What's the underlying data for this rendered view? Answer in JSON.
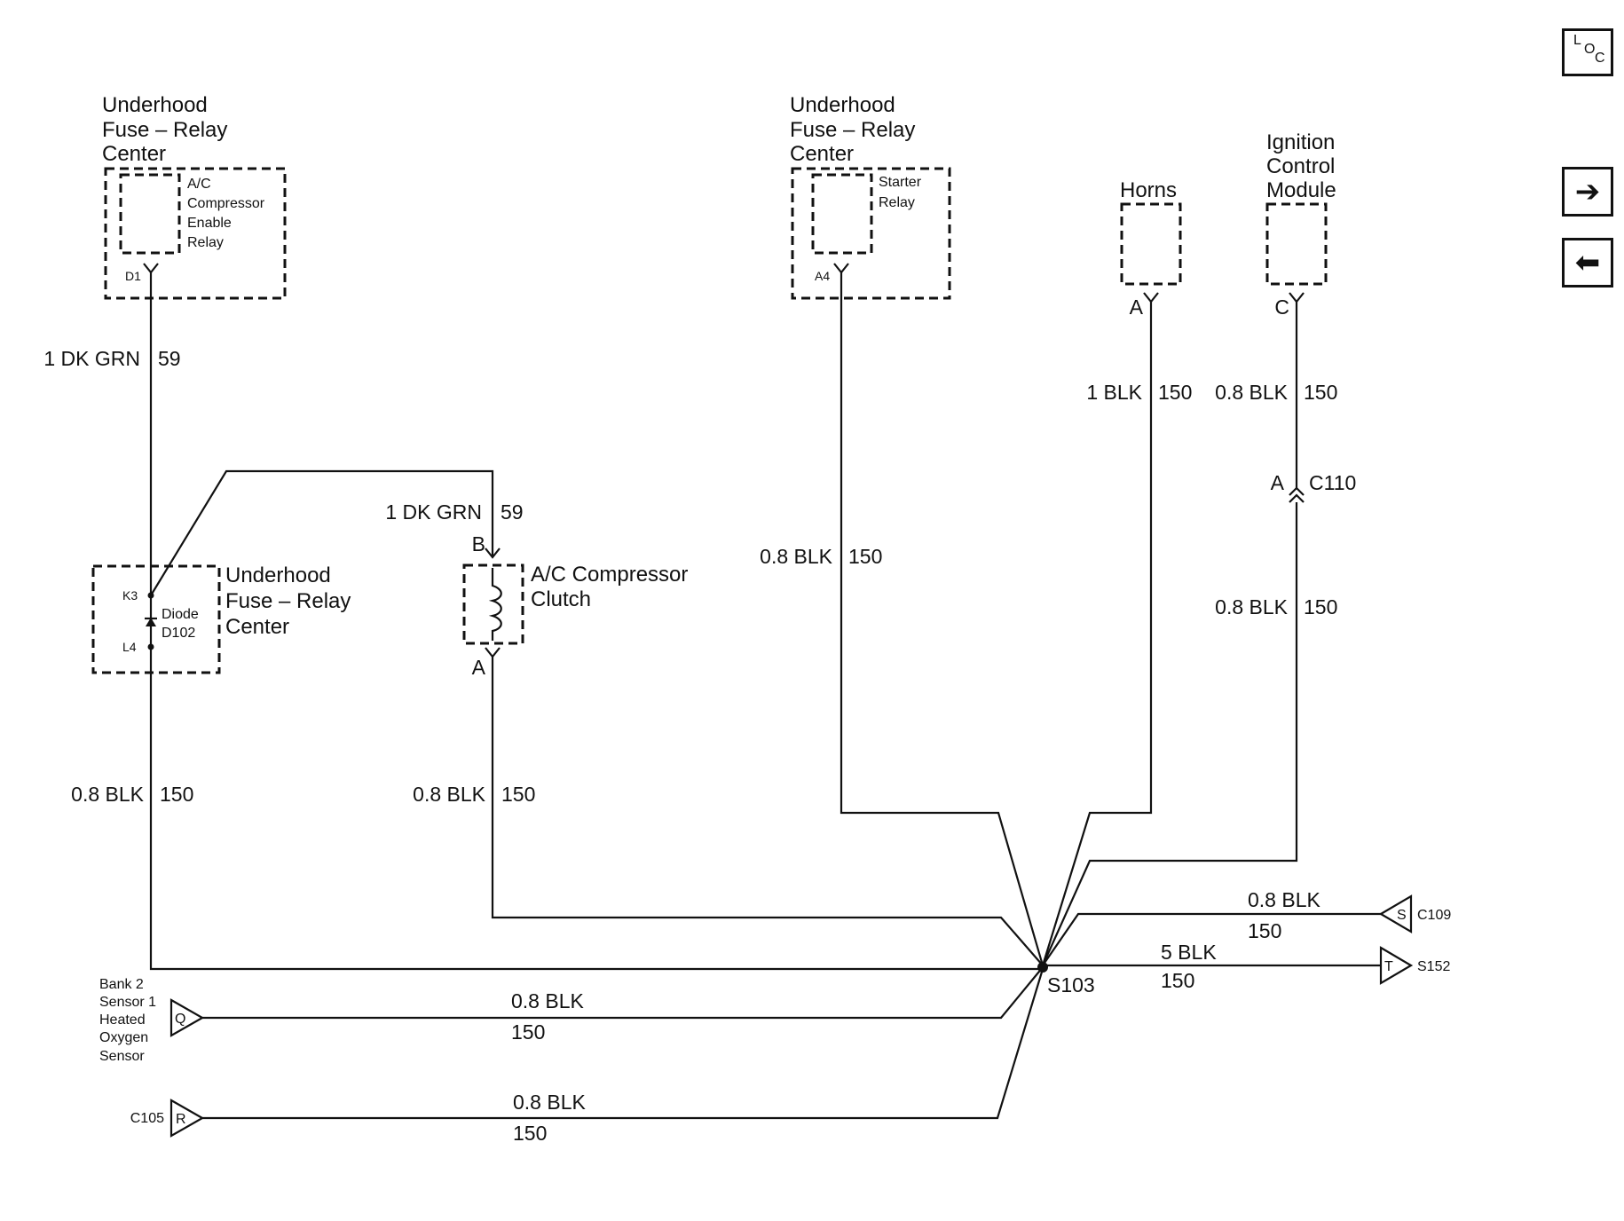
{
  "nav": {
    "loc_letters": [
      "L",
      "O",
      "C"
    ],
    "next_icon": "arrow-right-icon",
    "prev_icon": "arrow-left-icon"
  },
  "components": {
    "ac_relay": {
      "title": [
        "Underhood",
        "Fuse – Relay",
        "Center"
      ],
      "inner": [
        "A/C",
        "Compressor",
        "Enable",
        "Relay"
      ],
      "pin": "D1"
    },
    "starter_relay": {
      "title": [
        "Underhood",
        "Fuse – Relay",
        "Center"
      ],
      "inner": [
        "Starter",
        "Relay"
      ],
      "pin": "A4"
    },
    "horns": {
      "title": "Horns",
      "pin": "A"
    },
    "icm": {
      "title": [
        "Ignition",
        "Control",
        "Module"
      ],
      "pin": "C"
    },
    "diode_block": {
      "title": [
        "Underhood",
        "Fuse – Relay",
        "Center"
      ],
      "diode": [
        "Diode",
        "D102"
      ],
      "pin_top": "K3",
      "pin_bottom": "L4"
    },
    "clutch": {
      "title": [
        "A/C Compressor",
        "Clutch"
      ],
      "pin_top": "B",
      "pin_bottom": "A"
    },
    "connector_c110": {
      "pin": "A",
      "name": "C110"
    },
    "splice": "S103",
    "bank_sensor": {
      "label": [
        "Bank 2",
        "Sensor 1",
        "Heated",
        "Oxygen",
        "Sensor"
      ],
      "pin": "Q"
    },
    "c105": {
      "name": "C105",
      "pin": "R"
    },
    "c109": {
      "name": "C109",
      "pin": "S"
    },
    "s152": {
      "name": "S152",
      "pin": "T"
    }
  },
  "wires": {
    "relay_out": {
      "color": "1 DK GRN",
      "circuit": "59"
    },
    "clutch_in": {
      "color": "1 DK GRN",
      "circuit": "59"
    },
    "starter": {
      "color": "0.8 BLK",
      "circuit": "150"
    },
    "horns": {
      "color": "1 BLK",
      "circuit": "150"
    },
    "icm_upper": {
      "color": "0.8 BLK",
      "circuit": "150"
    },
    "icm_lower": {
      "color": "0.8 BLK",
      "circuit": "150"
    },
    "diode_out": {
      "color": "0.8 BLK",
      "circuit": "150"
    },
    "clutch_out": {
      "color": "0.8 BLK",
      "circuit": "150"
    },
    "c109": {
      "color": "0.8 BLK",
      "circuit": "150"
    },
    "s152": {
      "color": "5 BLK",
      "circuit": "150"
    },
    "sensor": {
      "color": "0.8 BLK",
      "circuit": "150"
    },
    "c105": {
      "color": "0.8 BLK",
      "circuit": "150"
    }
  }
}
